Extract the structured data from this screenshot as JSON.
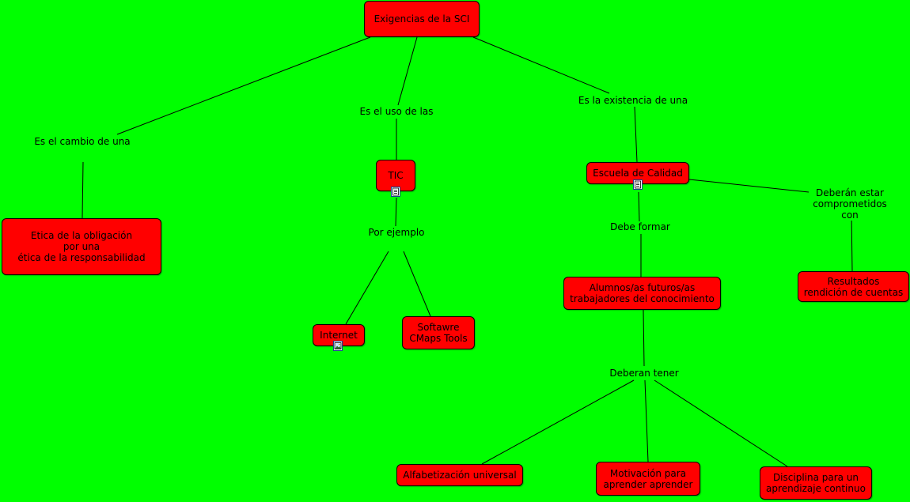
{
  "colors": {
    "background": "#00ff00",
    "concept_fill": "#ff0000",
    "line": "#000000"
  },
  "concepts": {
    "root": "Exigencias de la SCI",
    "etica": "Etica de la obligación\npor una\nética de la responsabilidad",
    "tic": "TIC",
    "escuela": "Escuela de Calidad",
    "internet": "Internet",
    "software": "Softawre\nCMaps Tools",
    "alumnos": "Alumnos/as futuros/as\ntrabajadores del conocimiento",
    "resultados": "Resultados\nrendición de cuentas",
    "alfabetizacion": "Alfabetización universal",
    "motivacion": "Motivación para\naprender aprender",
    "disciplina": "Disciplina para un\naprendizaje continuo"
  },
  "linking_phrases": {
    "cambio": "Es el cambio de una",
    "uso": "Es el uso de las",
    "existencia": "Es la existencia de una",
    "ejemplo": "Por ejemplo",
    "formar": "Debe formar",
    "comprometidos": "Deberán estar\ncomprometidos con",
    "tener": "Deberan tener"
  },
  "resource_icons": {
    "tic": "document-icon",
    "escuela": "document-icon",
    "internet": "image-icon"
  }
}
